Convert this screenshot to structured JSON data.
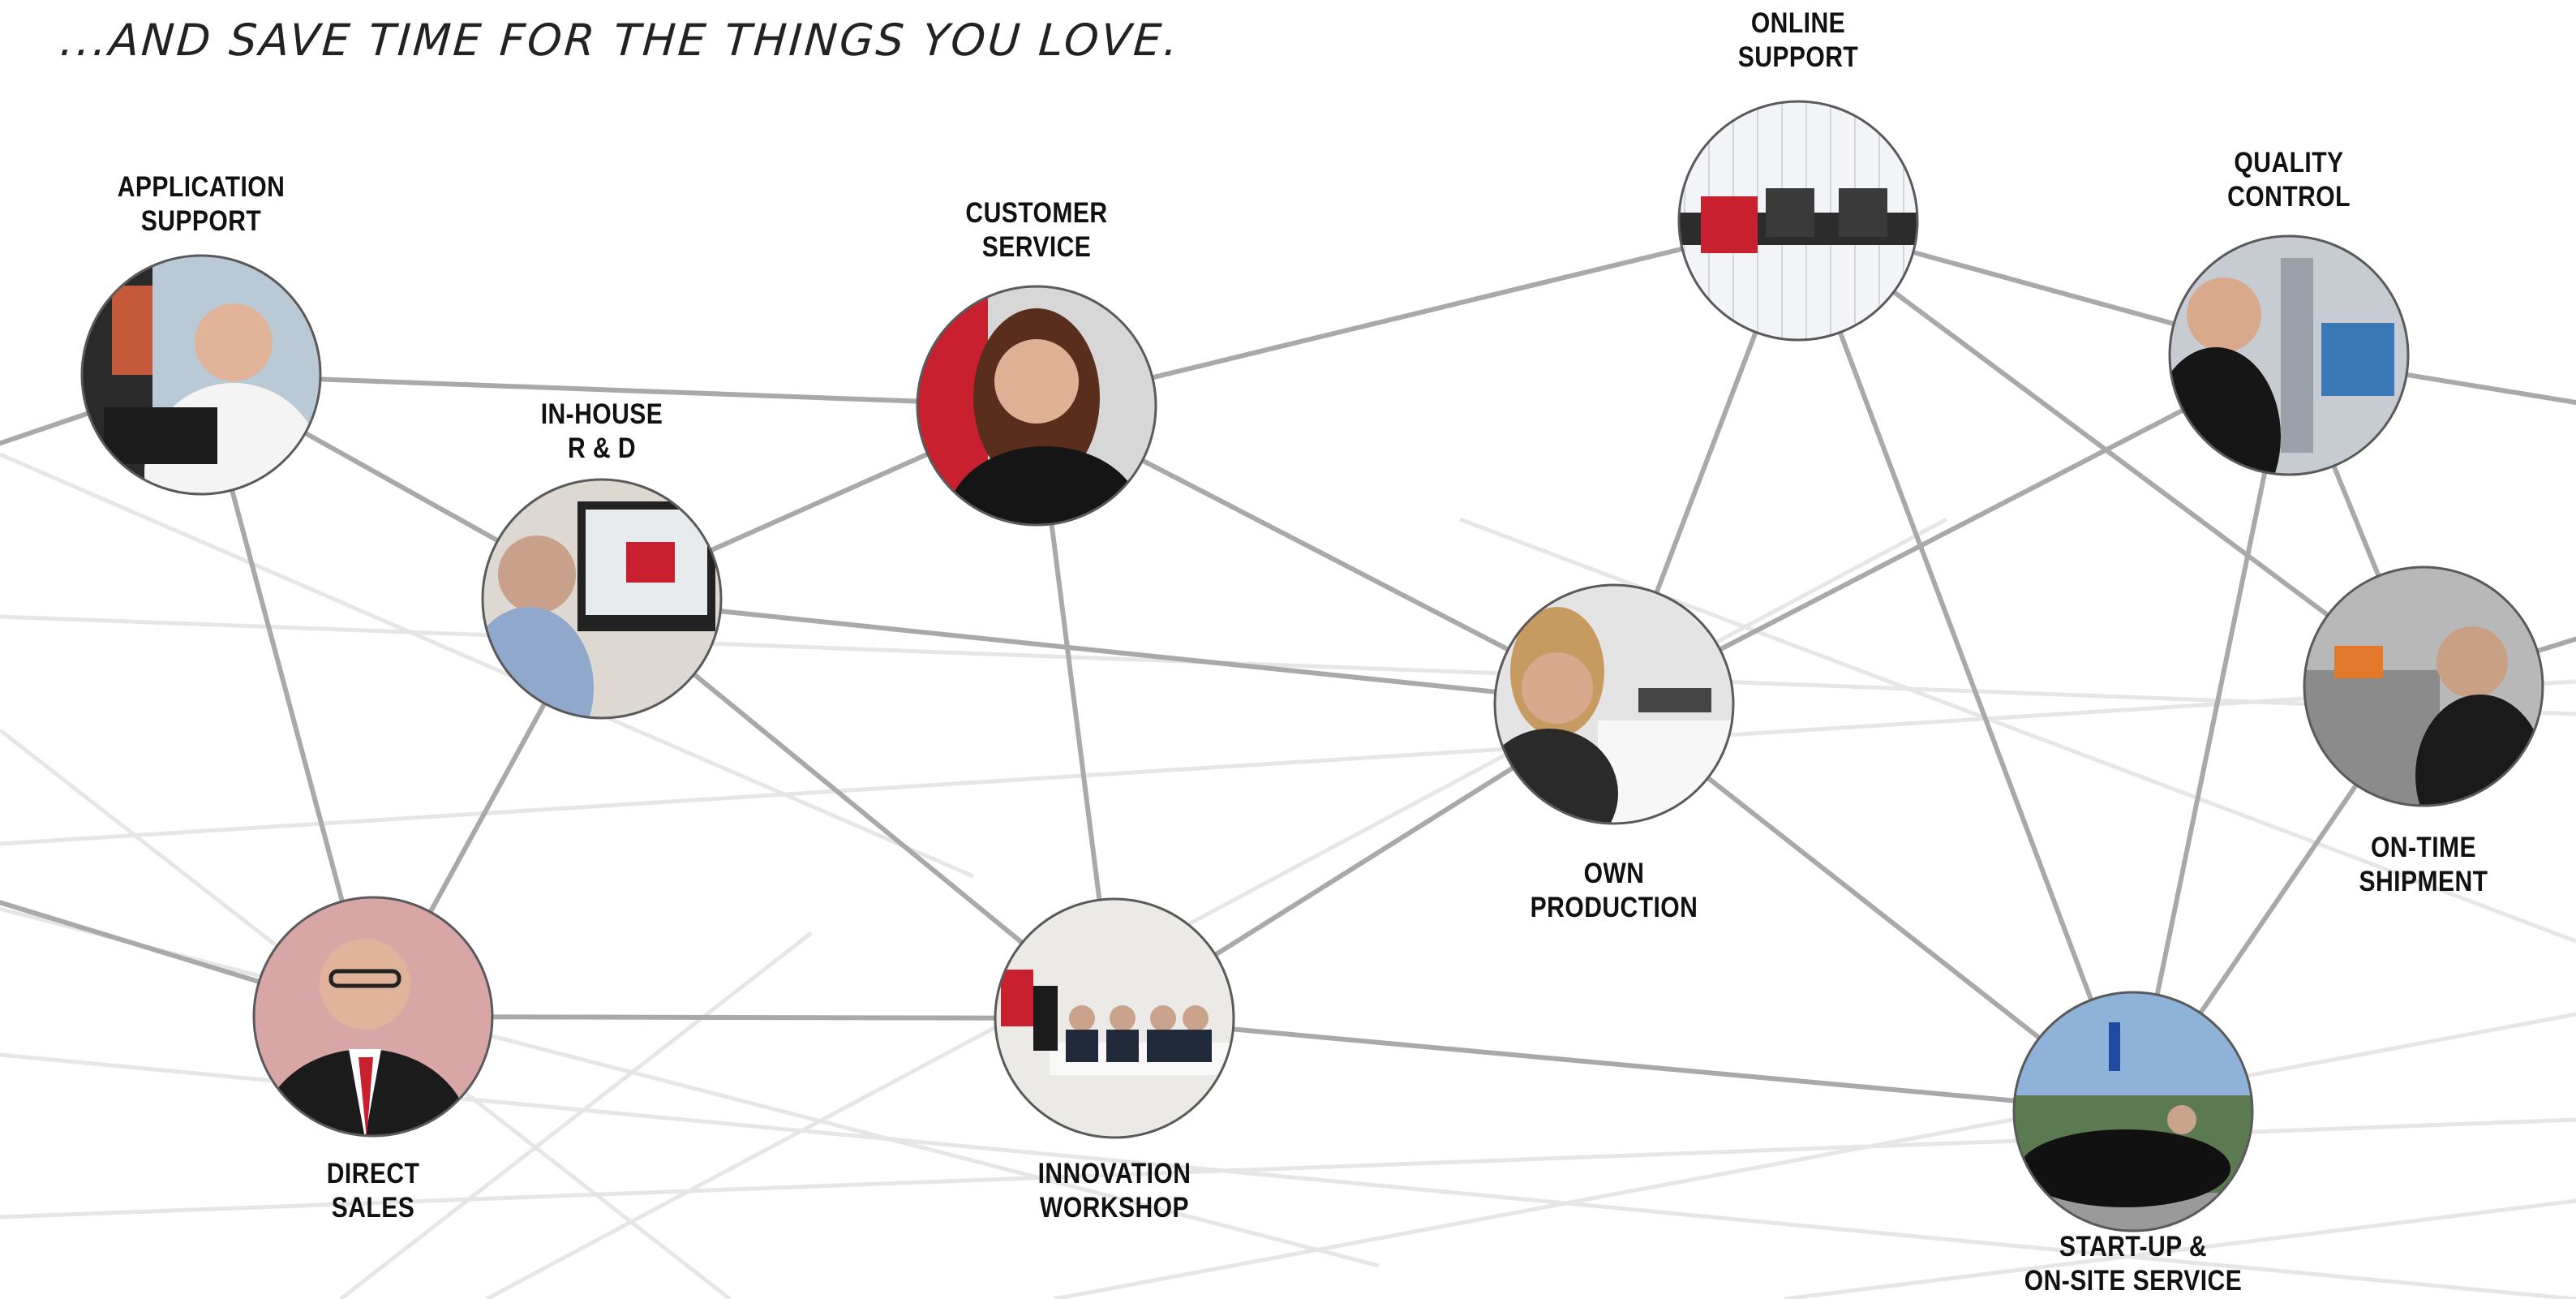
{
  "tagline": "...AND SAVE TIME FOR THE THINGS YOU LOVE.",
  "colors": {
    "background": "#ffffff",
    "connector": "#a9a9a9",
    "background_mesh": "#e6e6e6",
    "node_border": "#5a5a5a",
    "brand_red": "#c8202f",
    "label_text": "#111111"
  },
  "nodes": [
    {
      "id": "application-support",
      "label_lines": [
        "APPLICATION",
        "SUPPORT"
      ],
      "photo": "technician-with-headset-at-desk"
    },
    {
      "id": "in-house-rd",
      "label_lines": [
        "IN-HOUSE",
        "R & D"
      ],
      "photo": "engineer-viewing-encoder-cad-model"
    },
    {
      "id": "customer-service",
      "label_lines": [
        "CUSTOMER",
        "SERVICE"
      ],
      "photo": "smiling-agent-with-headset"
    },
    {
      "id": "online-support",
      "label_lines": [
        "ONLINE",
        "SUPPORT"
      ],
      "photo": "3d-rendering-of-linear-actuators"
    },
    {
      "id": "quality-control",
      "label_lines": [
        "QUALITY",
        "CONTROL"
      ],
      "photo": "inspector-at-test-station"
    },
    {
      "id": "own-production",
      "label_lines": [
        "OWN",
        "PRODUCTION"
      ],
      "photo": "worker-assembling-sensors"
    },
    {
      "id": "on-time-shipment",
      "label_lines": [
        "ON-TIME",
        "SHIPMENT"
      ],
      "photo": "worker-packing-parcels"
    },
    {
      "id": "direct-sales",
      "label_lines": [
        "DIRECT",
        "SALES"
      ],
      "photo": "salesman-portrait"
    },
    {
      "id": "innovation-workshop",
      "label_lines": [
        "INNOVATION",
        "WORKSHOP"
      ],
      "photo": "team-meeting-in-conference-room"
    },
    {
      "id": "start-up-on-site-service",
      "label_lines": [
        "START-UP &",
        "ON-SITE SERVICE"
      ],
      "photo": "service-car-with-technicians"
    }
  ],
  "connections": [
    [
      "application-support",
      "customer-service"
    ],
    [
      "application-support",
      "in-house-rd"
    ],
    [
      "application-support",
      "direct-sales"
    ],
    [
      "in-house-rd",
      "customer-service"
    ],
    [
      "in-house-rd",
      "own-production"
    ],
    [
      "in-house-rd",
      "innovation-workshop"
    ],
    [
      "in-house-rd",
      "direct-sales"
    ],
    [
      "customer-service",
      "online-support"
    ],
    [
      "customer-service",
      "own-production"
    ],
    [
      "customer-service",
      "innovation-workshop"
    ],
    [
      "online-support",
      "quality-control"
    ],
    [
      "online-support",
      "own-production"
    ],
    [
      "online-support",
      "start-up-on-site-service"
    ],
    [
      "online-support",
      "on-time-shipment"
    ],
    [
      "quality-control",
      "own-production"
    ],
    [
      "quality-control",
      "on-time-shipment"
    ],
    [
      "quality-control",
      "start-up-on-site-service"
    ],
    [
      "own-production",
      "innovation-workshop"
    ],
    [
      "own-production",
      "start-up-on-site-service"
    ],
    [
      "on-time-shipment",
      "start-up-on-site-service"
    ],
    [
      "direct-sales",
      "innovation-workshop"
    ],
    [
      "innovation-workshop",
      "start-up-on-site-service"
    ]
  ]
}
